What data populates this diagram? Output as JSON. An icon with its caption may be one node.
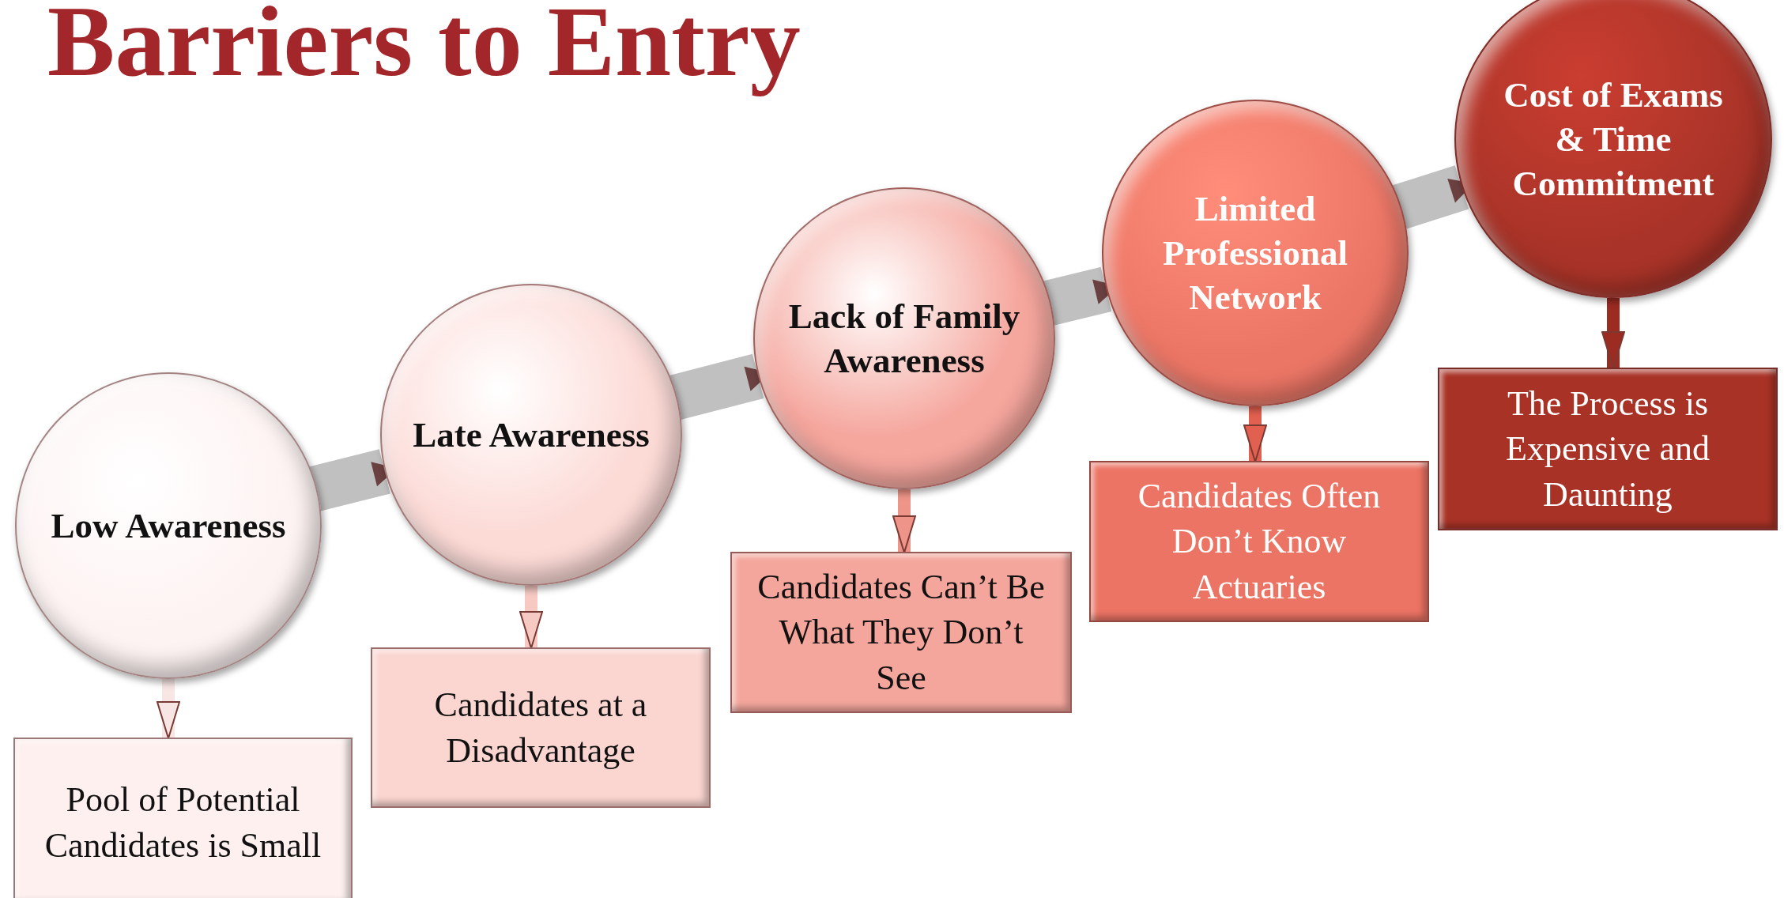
{
  "diagram": {
    "title": "Barriers to Entry",
    "nodes": [
      {
        "text": [
          "Low Awareness"
        ]
      },
      {
        "text": [
          "Pool of Potential Candidates is Small"
        ]
      },
      {
        "text": [
          "Late Awareness"
        ]
      },
      {
        "text": [
          "Candidates at a Disadvantage"
        ]
      },
      {
        "text": [
          "Lack of Family Awareness"
        ]
      },
      {
        "text": [
          "Candidates Can’t Be What They Don’t See"
        ]
      },
      {
        "text": [
          "Limited Professional Network"
        ]
      },
      {
        "text": [
          "Candidates Often Don’t Know Actuaries"
        ]
      },
      {
        "text": [
          "Cost of Exams & Time Commitment"
        ]
      },
      {
        "text": [
          "The Process is Expensive and Daunting"
        ]
      }
    ],
    "edges": [
      {
        "from": 0,
        "to": 1,
        "arrow": "to",
        "color": "#f7e6e4"
      },
      {
        "from": 2,
        "to": 3,
        "arrow": "to",
        "color": "#f6c9c3"
      },
      {
        "from": 4,
        "to": 5,
        "arrow": "to",
        "color": "#ee9488"
      },
      {
        "from": 6,
        "to": 7,
        "arrow": "to",
        "color": "#e2604f"
      },
      {
        "from": 8,
        "to": 9,
        "arrow": "to",
        "color": "#9c2b22"
      },
      {
        "from": 0,
        "to": 2,
        "arrow": "to",
        "style": "thick",
        "color": "#c0c0c0"
      },
      {
        "from": 2,
        "to": 4,
        "arrow": "to",
        "style": "thick",
        "color": "#c0c0c0"
      },
      {
        "from": 4,
        "to": 6,
        "arrow": "to",
        "style": "thick",
        "color": "#c0c0c0"
      },
      {
        "from": 6,
        "to": 8,
        "arrow": "to",
        "style": "thick",
        "color": "#c0c0c0"
      }
    ]
  }
}
